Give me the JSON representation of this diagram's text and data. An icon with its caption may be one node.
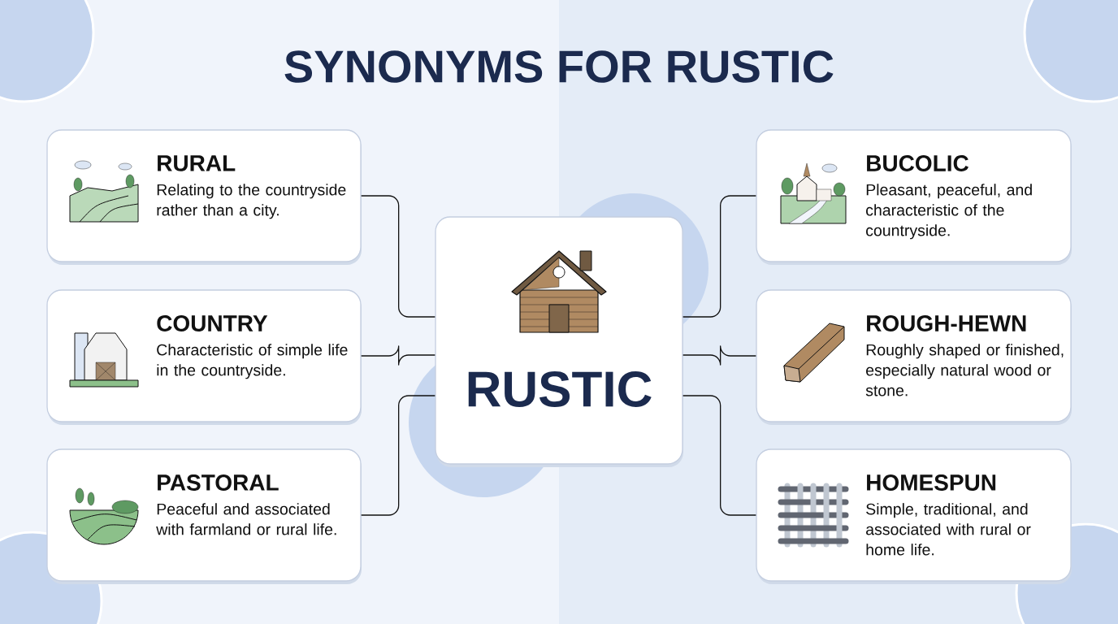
{
  "diagram": {
    "title": "SYNONYMS FOR RUSTIC",
    "nodes": [
      {
        "text": [
          "RURAL",
          "Relating to the countryside rather than a city."
        ]
      },
      {
        "text": [
          "COUNTRY",
          "Characteristic of simple life in the countryside."
        ]
      },
      {
        "text": [
          "PASTORAL",
          "Peaceful and associated with farmland or rural life."
        ]
      },
      {
        "text": [
          "RUSTIC"
        ]
      },
      {
        "text": [
          "BUCOLIC",
          "Pleasant, peaceful, and characteristic of the countryside."
        ]
      },
      {
        "text": [
          "ROUGH-HEWN",
          "Roughly shaped or finished, especially natural wood or stone."
        ]
      },
      {
        "text": [
          "HOMESPUN",
          "Simple, traditional, and associated with rural or home life."
        ]
      }
    ],
    "edges": [
      {
        "from": 0,
        "to": 3,
        "arrow": "none"
      },
      {
        "from": 1,
        "to": 3,
        "arrow": "none"
      },
      {
        "from": 2,
        "to": 3,
        "arrow": "none"
      },
      {
        "from": 3,
        "to": 4,
        "arrow": "none"
      },
      {
        "from": 3,
        "to": 5,
        "arrow": "none"
      },
      {
        "from": 3,
        "to": 6,
        "arrow": "none"
      }
    ]
  }
}
